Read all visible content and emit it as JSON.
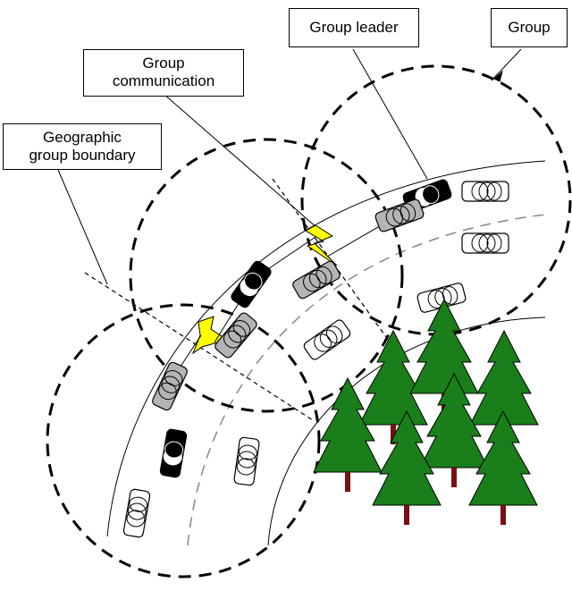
{
  "labels": {
    "group_leader": "Group leader",
    "group": "Group",
    "group_communication_line1": "Group",
    "group_communication_line2": "communication",
    "geo_boundary_line1": "Geographic",
    "geo_boundary_line2": "group boundary"
  },
  "colors": {
    "leader_car": "#000000",
    "member_car": "#b4b4b4",
    "other_car": "#ffffff",
    "lightning": "#ffff00",
    "tree_crown": "#1a7f1a",
    "tree_trunk": "#7a1010"
  },
  "icons": [
    "car-icon",
    "lightning-icon",
    "tree-icon"
  ]
}
